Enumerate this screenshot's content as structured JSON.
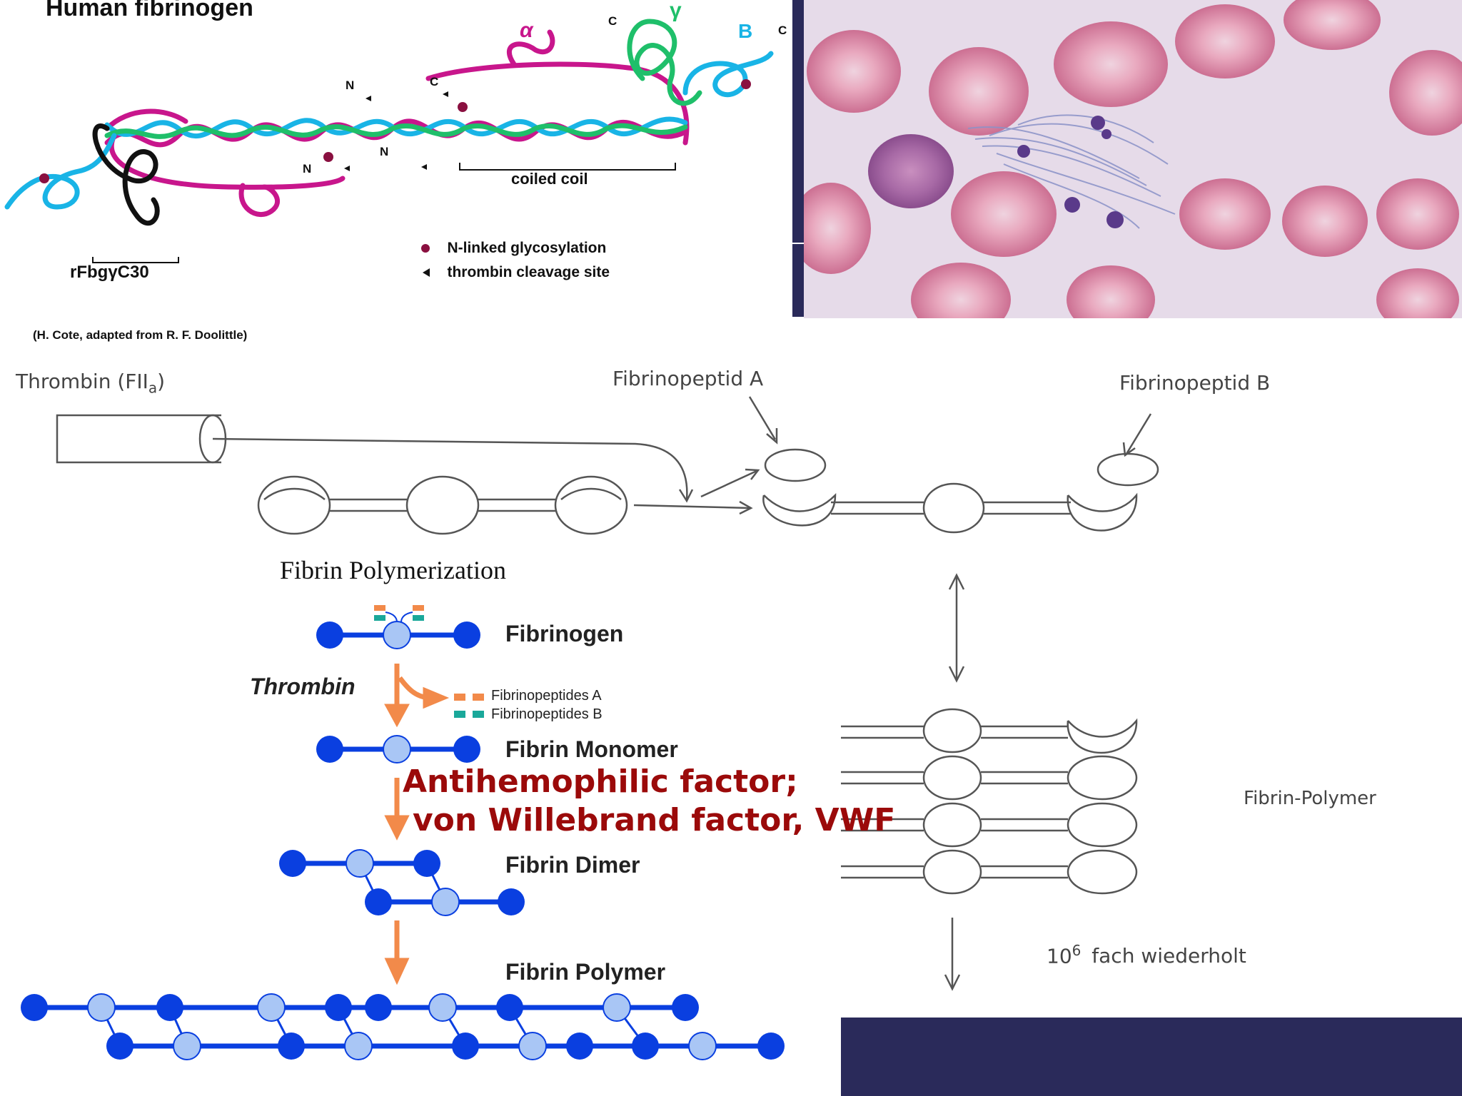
{
  "fibrinogen_diagram": {
    "title": "Human fibrinogen",
    "chain_labels": {
      "alpha": "α",
      "gamma": "γ",
      "beta": "B"
    },
    "terminus_labels": {
      "c": "C",
      "n": "N"
    },
    "coiled_coil_label": "coiled coil",
    "fragment_label": "rFbgγC30",
    "legend": [
      {
        "symbol": "glycosylation-icon",
        "text": "N-linked glycosylation"
      },
      {
        "symbol": "triangle-icon",
        "text": "thrombin cleavage site"
      }
    ],
    "credit": "(H. Cote, adapted from R. F. Doolittle)",
    "colors": {
      "alpha": "#c8168c",
      "beta": "#19b4e6",
      "gamma": "#1fbf6a",
      "core": "#111111"
    }
  },
  "micrograph": {
    "description_icon": "blood-smear-image"
  },
  "thrombin_diagram": {
    "thrombin_label": "Thrombin (FIIa)",
    "thrombin_main": "Thrombin (FII",
    "thrombin_sub": "a",
    "thrombin_close": ")",
    "fibrinopeptide_a": "Fibrinopeptid A",
    "fibrinopeptide_b": "Fibrinopeptid B",
    "fibrin_polymer": "Fibrin-Polymer",
    "repeat_base": "10",
    "repeat_exp": "6",
    "repeat_text": "fach wiederholt"
  },
  "polymerization": {
    "heading": "Fibrin Polymerization",
    "stages": [
      "Fibrinogen",
      "Fibrin Monomer",
      "Fibrin Dimer",
      "Fibrin Polymer"
    ],
    "enzyme": "Thrombin",
    "peptides": [
      "Fibrinopeptides A",
      "Fibrinopeptides B"
    ],
    "colors": {
      "node": "#0a3fe0",
      "node_light": "#a9c6f5",
      "arrow": "#f28a4a",
      "pep_a": "#f28a4a",
      "pep_b": "#1aa89a"
    }
  },
  "overlay": {
    "line1": "Antihemophilic factor;",
    "line2": "von Willebrand factor, VWF",
    "color": "#9b0a0a"
  },
  "decor": {
    "navy": "#2a2a5a"
  }
}
